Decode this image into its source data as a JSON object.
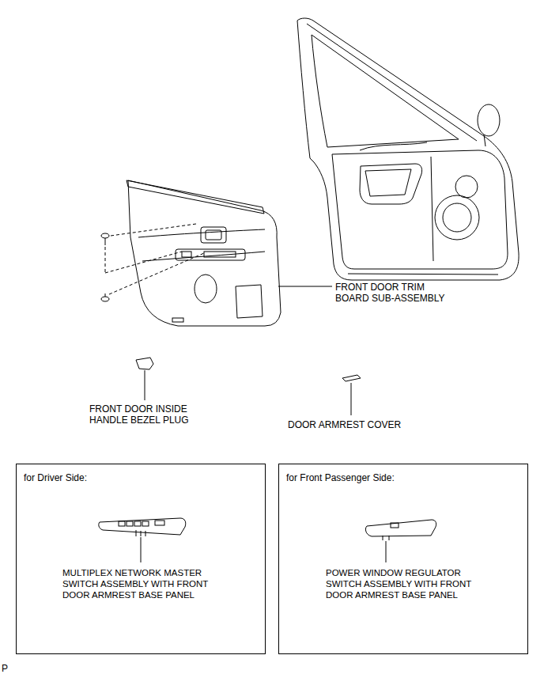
{
  "diagram": {
    "nodes": [
      {
        "text": [
          "for Driver Side:",
          "MULTIPLEX NETWORK MASTER SWITCH ASSEMBLY WITH FRONT DOOR ARMREST BASE PANEL"
        ]
      },
      {
        "text": [
          "for Front Passenger Side:",
          "POWER WINDOW REGULATOR SWITCH ASSEMBLY WITH FRONT DOOR ARMREST BASE PANEL"
        ]
      }
    ],
    "labels": [
      "FRONT DOOR TRIM BOARD SUB-ASSEMBLY",
      "FRONT DOOR INSIDE HANDLE BEZEL PLUG",
      "DOOR ARMREST COVER",
      "P"
    ]
  }
}
